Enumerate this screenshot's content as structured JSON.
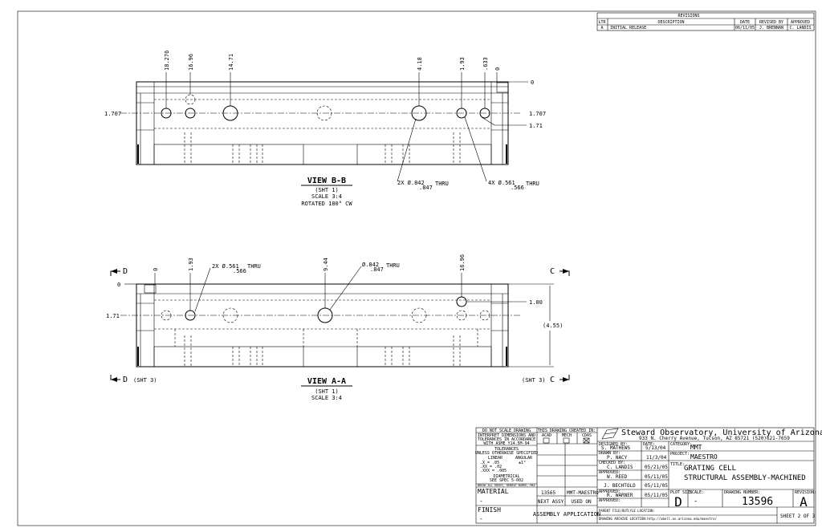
{
  "revisions": {
    "header": "REVISIONS",
    "columns": [
      "LTR",
      "DESCRIPTION",
      "DATE",
      "REVISED BY",
      "APPROVED"
    ],
    "rows": [
      [
        "A",
        "INITIAL RELEASE",
        "06/11/05",
        "J. BRENNAN",
        "C. LANDIS"
      ]
    ]
  },
  "view_bb": {
    "title": "VIEW B-B",
    "sht": "(SHT 1)",
    "scale": "SCALE 3:4",
    "rotated": "ROTATED 180° CW",
    "dims_top": [
      "18.276",
      "16.96",
      "14.71",
      "4.18",
      "1.93",
      ".633",
      "0"
    ],
    "dim_right_top": "0",
    "dim_left": "1.707",
    "dim_right_1": "1.707",
    "dim_right_2": "1.71",
    "callout_1": "2X Ø.842",
    "callout_1b": ".847",
    "callout_1c": "THRU",
    "callout_2": "4X Ø.561",
    "callout_2b": ".566",
    "callout_2c": "THRU"
  },
  "view_aa": {
    "title": "VIEW A-A",
    "sht": "(SHT 1)",
    "scale": "SCALE 3:4",
    "dims_top": [
      "0",
      "1.93",
      "9.44",
      "16.96"
    ],
    "dim_left_top": "0",
    "dim_left": "1.71",
    "dim_right": "1.00",
    "dim_height": "(4.55)",
    "callout_1": "2X Ø.561",
    "callout_1b": ".566",
    "callout_1c": "THRU",
    "callout_2": "Ø.842",
    "callout_2b": ".847",
    "callout_2c": "THRU",
    "section_d_top": "D",
    "section_d_bottom": "D",
    "section_d_sht": "(SHT 3)",
    "section_c_top": "C",
    "section_c_bottom": "C",
    "section_c_sht": "(SHT 3)"
  },
  "title_block": {
    "do_not_scale": "DO NOT SCALE DRAWING",
    "interpret_1": "INTERPRET DIMENSIONS AND",
    "interpret_2": "TOLERANCES IN ACCORDANCE",
    "interpret_3": "WITH ASME Y14.5M-94",
    "tolerances": "TOLERANCES",
    "unless": "UNLESS OTHERWISE SPECIFIED",
    "linear": "LINEAR",
    "angular": "ANGULAR",
    "tol_x": ".X   = .05",
    "tol_xx": ".XX  = .02",
    "tol_xxx": ".XXX = .005",
    "tol_ang": "±1°",
    "diametrical": "DIAMETRICAL",
    "see_spec": "SEE SPEC 5-002",
    "break_edges": "BREAK ALL EDGES, REMOVE BURRS, MAX",
    "material": "MATERIAL",
    "material_value": "-",
    "finish": "FINISH",
    "finish_value": "-",
    "created_in": "THIS DRAWING CREATED IN:",
    "cad_options": [
      "ACAD",
      "MECH",
      "CDAS"
    ],
    "next_assy_num": "13565",
    "next_assy_name": "MMT-MAESTRO",
    "next_assy": "NEXT ASSY",
    "used_on": "USED ON",
    "assembly_app": "ASSEMBLY APPLICATION",
    "org_name": "Steward Observatory, University of Arizona",
    "org_address": "933 N. Cherry Avenue, Tucson, AZ 85721  (520)621-7659",
    "designed_by_label": "DESIGNED BY:",
    "designed_by": "S. MATHEWS",
    "designed_date_label": "DATE:",
    "designed_date": "5/13/04",
    "drawn_by_label": "DRAWN BY:",
    "drawn_by": "P. NACY",
    "drawn_date": "11/3/04",
    "checked_by_label": "CHECKED BY:",
    "checked_by": "C. LANDIS",
    "checked_date": "05/21/05",
    "approved_label": "APPROVED:",
    "approved_1": "W. REED",
    "approved_1_date": "05/11/05",
    "approved_2": "J. BECHTOLD",
    "approved_2_date": "05/11/05",
    "approved_3": "R. WARNER",
    "approved_3_date": "05/11/05",
    "approved_4": "",
    "approved_4_date": "",
    "category_label": "CATEGORY:",
    "category": "MMT",
    "project_label": "PROJECT:",
    "project": "MAESTRO",
    "title_label": "TITLE:",
    "title_1": "GRATING CELL",
    "title_2": "STRUCTURAL ASSEMBLY-MACHINED",
    "plot_size_label": "PLOT SIZE",
    "plot_size": "D",
    "scale_label": "SCALE:",
    "scale": "-",
    "drawing_number_label": "DRAWING NUMBER:",
    "drawing_number": "13596",
    "revision_label": "REVISION:",
    "revision": "A",
    "parent_file": "PARENT FILE/OUTLYLE LOCATION:",
    "archive": "DRAWING ARCHIVE LOCATION:http://abell.as.arizona.edu/maestro/",
    "sheet": "SHEET 2 OF 3"
  }
}
